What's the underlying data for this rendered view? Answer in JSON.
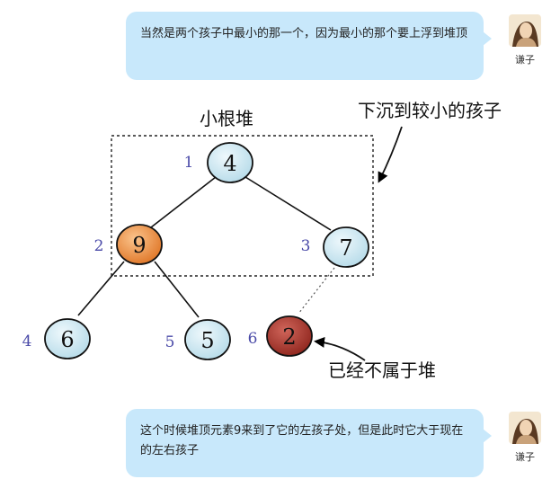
{
  "messages": [
    {
      "text": "当然是两个孩子中最小的那一个，因为最小的那个要上浮到堆顶",
      "author": "谦子"
    },
    {
      "text": "这个时候堆顶元素9来到了它的左孩子处，但是此时它大于现在的左右孩子",
      "author": "谦子"
    }
  ],
  "diagram": {
    "box_title": "小根堆",
    "callout_top": "下沉到较小的孩子",
    "callout_bottom": "已经不属于堆",
    "nodes": [
      {
        "index": "1",
        "value": "4",
        "fill": "#cfe8f2"
      },
      {
        "index": "2",
        "value": "9",
        "fill": "#e8893a"
      },
      {
        "index": "3",
        "value": "7",
        "fill": "#cfe8f2"
      },
      {
        "index": "4",
        "value": "6",
        "fill": "#cfe8f2"
      },
      {
        "index": "5",
        "value": "5",
        "fill": "#cfe8f2"
      },
      {
        "index": "6",
        "value": "2",
        "fill": "#a63228"
      }
    ]
  },
  "colors": {
    "bubble": "#c8e8fb",
    "index_label": "#4a4aa8"
  }
}
